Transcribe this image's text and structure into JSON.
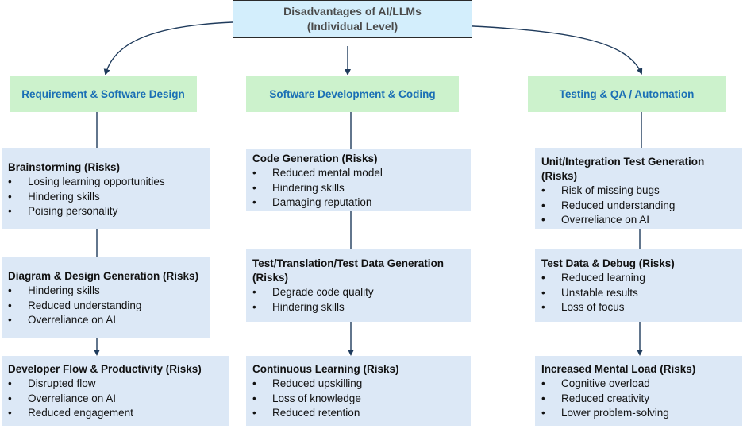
{
  "title": {
    "line1": "Disadvantages of AI/LLMs",
    "line2": "(Individual Level)"
  },
  "bullet_glyph": "•",
  "columns": [
    {
      "category": "Requirement & Software Design",
      "boxes": [
        {
          "heading": [
            "Brainstorming (Risks)"
          ],
          "items": [
            "Losing learning opportunities",
            "Hindering skills",
            "Poising personality"
          ]
        },
        {
          "heading": [
            "Diagram & Design Generation (Risks)"
          ],
          "items": [
            "Hindering skills",
            "Reduced understanding",
            "Overreliance on AI"
          ]
        },
        {
          "heading": [
            "Developer Flow & Productivity (Risks)"
          ],
          "items": [
            "Disrupted flow",
            "Overreliance on AI",
            "Reduced engagement"
          ]
        }
      ]
    },
    {
      "category": "Software Development & Coding",
      "boxes": [
        {
          "heading": [
            "Code Generation (Risks)"
          ],
          "items": [
            "Reduced mental model",
            "Hindering skills",
            "Damaging reputation"
          ]
        },
        {
          "heading": [
            "Test/Translation/Test Data Generation",
            "(Risks)"
          ],
          "items": [
            "Degrade code quality",
            "Hindering skills"
          ]
        },
        {
          "heading": [
            "Continuous Learning (Risks)"
          ],
          "items": [
            "Reduced upskilling",
            "Loss of knowledge",
            "Reduced retention"
          ]
        }
      ]
    },
    {
      "category": "Testing & QA / Automation",
      "boxes": [
        {
          "heading": [
            "Unit/Integration Test Generation",
            "(Risks)"
          ],
          "items": [
            "Risk of missing bugs",
            "Reduced understanding",
            "Overreliance on AI"
          ]
        },
        {
          "heading": [
            "Test Data & Debug (Risks)"
          ],
          "items": [
            "Reduced learning",
            "Unstable results",
            "Loss of focus"
          ]
        },
        {
          "heading": [
            "Increased Mental Load (Risks)"
          ],
          "items": [
            "Cognitive overload",
            "Reduced creativity",
            "Lower problem-solving"
          ]
        }
      ]
    }
  ]
}
